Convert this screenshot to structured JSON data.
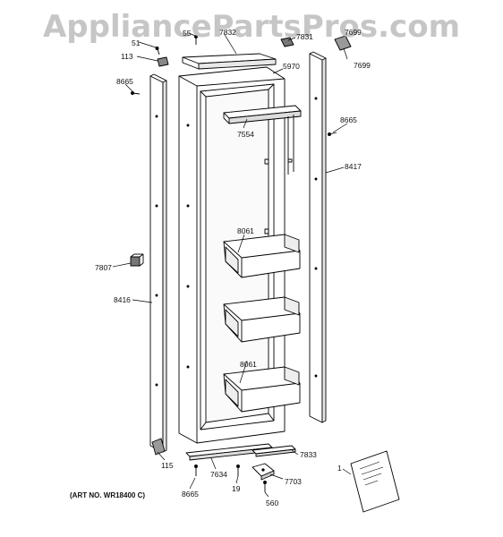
{
  "watermark": "AppliancePartsPros.com",
  "art_number": "(ART NO. WR18400 C)",
  "parts": {
    "p51": "51",
    "p113": "113",
    "p55": "55",
    "p7832": "7832",
    "p7831": "7831",
    "p7699_top": "7699",
    "p7699": "7699",
    "p5970": "5970",
    "p8665_left": "8665",
    "p8665_right": "8665",
    "p7554": "7554",
    "p8417": "8417",
    "p8061_top": "8061",
    "p7807": "7807",
    "p8416": "8416",
    "p8061_bottom": "8061",
    "p115": "115",
    "p7833": "7833",
    "p7634": "7634",
    "p7703": "7703",
    "p8665_bottom": "8665",
    "p19": "19",
    "p560": "560",
    "p1": "1"
  }
}
